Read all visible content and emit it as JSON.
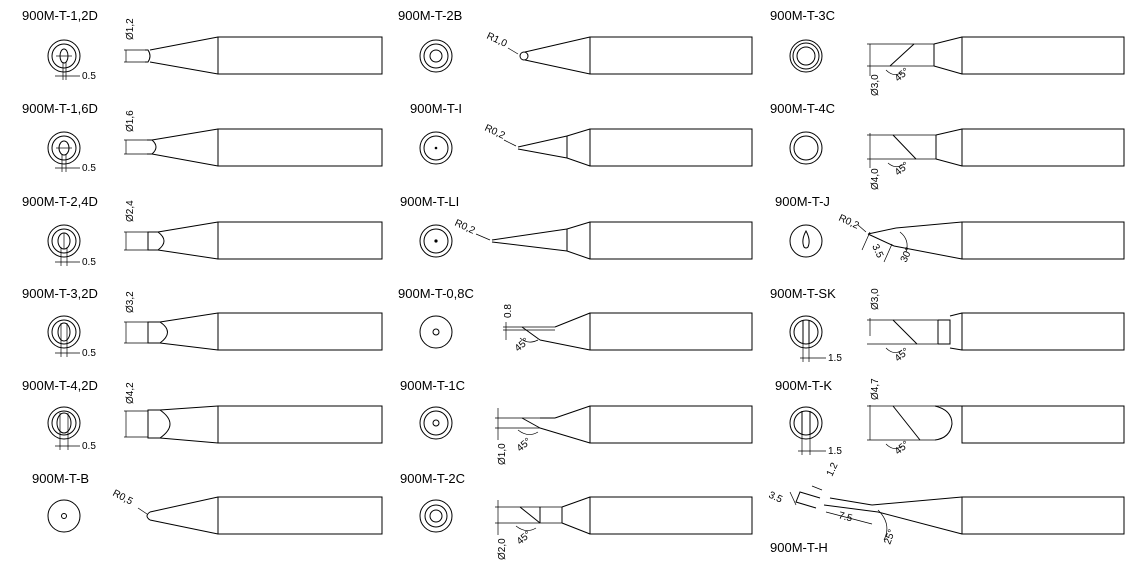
{
  "tips": [
    {
      "id": "t12d",
      "name": "900M-T-1,2D",
      "dims": [
        "Ø1,2",
        "0.5"
      ]
    },
    {
      "id": "t16d",
      "name": "900M-T-1,6D",
      "dims": [
        "Ø1,6",
        "0.5"
      ]
    },
    {
      "id": "t24d",
      "name": "900M-T-2,4D",
      "dims": [
        "Ø2,4",
        "0.5"
      ]
    },
    {
      "id": "t32d",
      "name": "900M-T-3,2D",
      "dims": [
        "Ø3,2",
        "0.5"
      ]
    },
    {
      "id": "t42d",
      "name": "900M-T-4,2D",
      "dims": [
        "Ø4,2",
        "0.5"
      ]
    },
    {
      "id": "tb",
      "name": "900M-T-B",
      "dims": [
        "R0,5"
      ]
    },
    {
      "id": "t2b",
      "name": "900M-T-2B",
      "dims": [
        "R1,0"
      ]
    },
    {
      "id": "ti",
      "name": "900M-T-I",
      "dims": [
        "R0,2"
      ]
    },
    {
      "id": "tli",
      "name": "900M-T-LI",
      "dims": [
        "R0,2"
      ]
    },
    {
      "id": "t08c",
      "name": "900M-T-0,8C",
      "dims": [
        "0.8",
        "45°"
      ]
    },
    {
      "id": "t1c",
      "name": "900M-T-1C",
      "dims": [
        "Ø1,0",
        "45°"
      ]
    },
    {
      "id": "t2c",
      "name": "900M-T-2C",
      "dims": [
        "Ø2,0",
        "45°"
      ]
    },
    {
      "id": "t3c",
      "name": "900M-T-3C",
      "dims": [
        "Ø3,0",
        "45°"
      ]
    },
    {
      "id": "t4c",
      "name": "900M-T-4C",
      "dims": [
        "Ø4,0",
        "45°"
      ]
    },
    {
      "id": "tj",
      "name": "900M-T-J",
      "dims": [
        "R0,2",
        "3.5",
        "30°"
      ]
    },
    {
      "id": "tsk",
      "name": "900M-T-SK",
      "dims": [
        "Ø3,0",
        "45°",
        "1.5"
      ]
    },
    {
      "id": "tk",
      "name": "900M-T-K",
      "dims": [
        "Ø4,7",
        "45°",
        "1.5"
      ]
    },
    {
      "id": "th",
      "name": "900M-T-H",
      "dims": [
        "1.2",
        "3.5",
        "7.5",
        "25°"
      ]
    }
  ]
}
